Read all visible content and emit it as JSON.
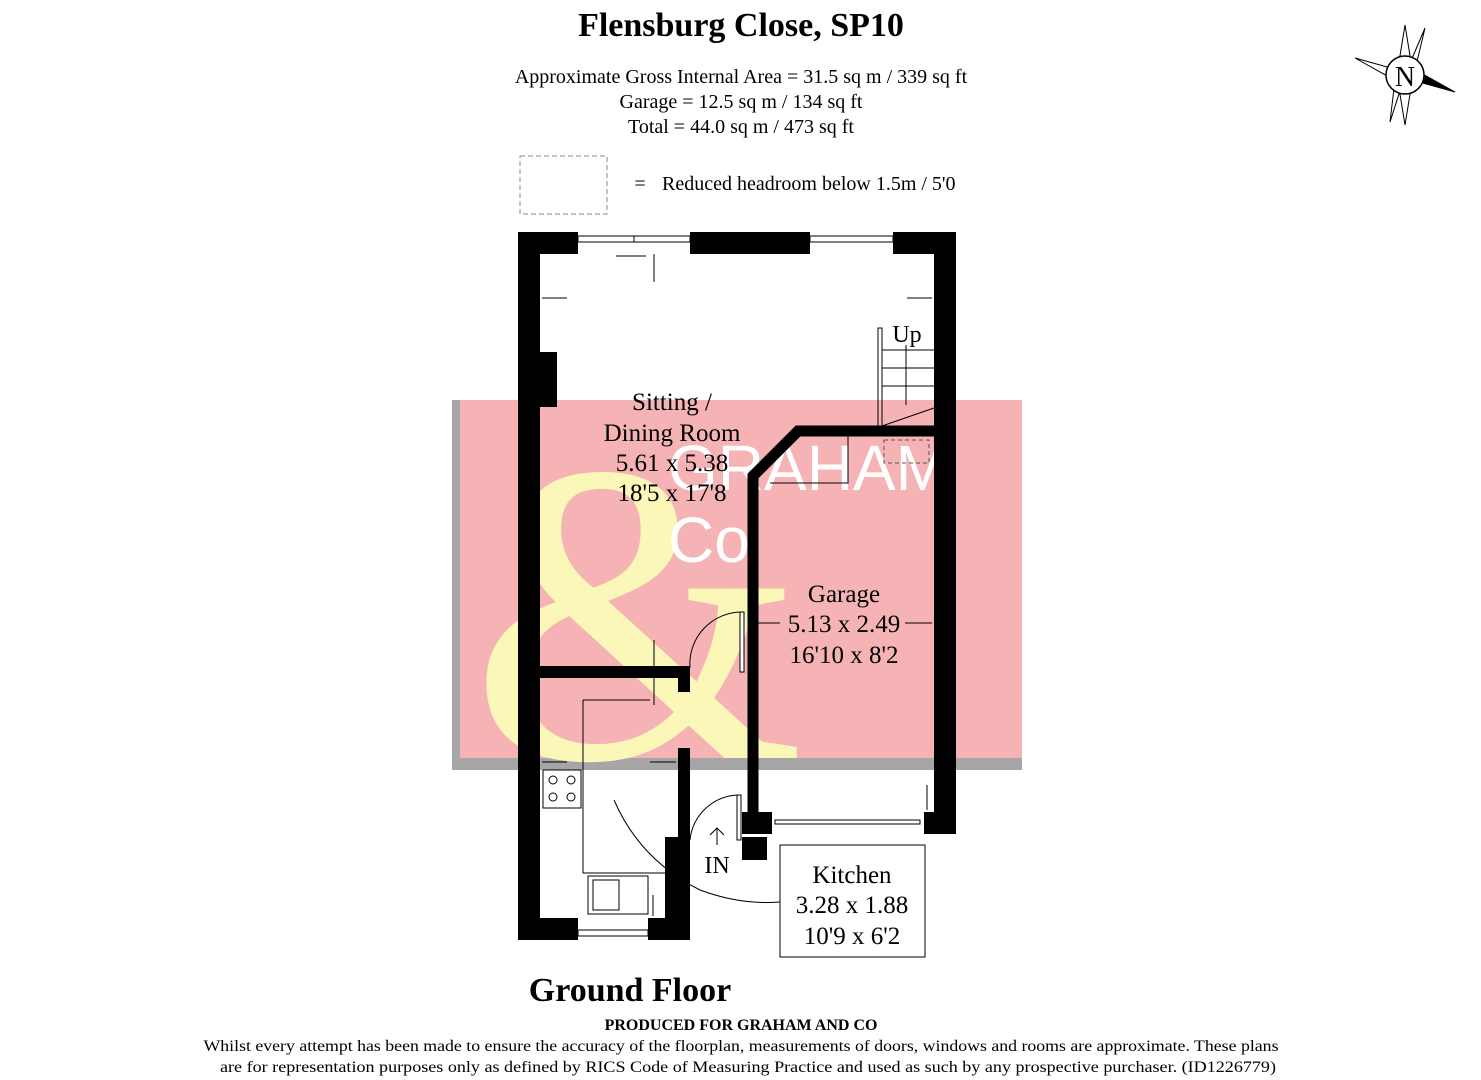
{
  "header": {
    "title": "Flensburg Close, SP10",
    "areas": [
      "Approximate Gross Internal Area = 31.5 sq m / 339 sq ft",
      "Garage = 12.5 sq m / 134 sq ft",
      "Total = 44.0 sq m / 473 sq ft"
    ],
    "legend": {
      "symbol": "=",
      "text": "Reduced headroom below 1.5m / 5'0"
    }
  },
  "compass": {
    "label": "N"
  },
  "rooms": {
    "sitting": {
      "name1": "Sitting /",
      "name2": "Dining Room",
      "metric": "5.61 x 5.38",
      "imperial": "18'5 x 17'8"
    },
    "garage": {
      "name": "Garage",
      "metric": "5.13 x 2.49",
      "imperial": "16'10 x 8'2"
    },
    "kitchen": {
      "name": "Kitchen",
      "metric": "3.28 x 1.88",
      "imperial": "10'9 x 6'2"
    }
  },
  "labels": {
    "stairs": "Up",
    "entrance": "IN"
  },
  "watermark": {
    "line1": "GRAHAM",
    "line2": "Co",
    "symbol": "&",
    "colors": {
      "background": "#f5b3b5",
      "symbol": "#fbf7b8",
      "text": "#ffffff",
      "border": "#a6a6a6"
    }
  },
  "floor_label": "Ground Floor",
  "footer": {
    "produced": "PRODUCED FOR GRAHAM AND CO",
    "line1": "Whilst every attempt has been made to ensure the accuracy of the floorplan, measurements of doors, windows and rooms are approximate. These plans",
    "line2": "are for representation purposes only as defined by RICS Code of Measuring Practice and used as such by any prospective purchaser. (ID1226779)"
  }
}
